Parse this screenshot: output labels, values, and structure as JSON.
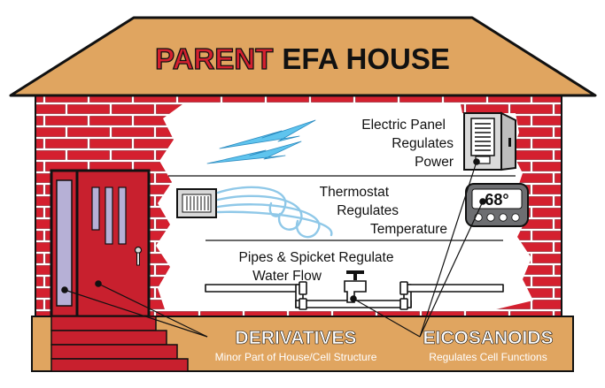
{
  "title": {
    "prefix": "PARENT",
    "rest": "EFA HOUSE"
  },
  "labels": {
    "electric_panel": [
      "Electric Panel",
      "Regulates",
      "Power"
    ],
    "thermostat": [
      "Thermostat",
      "Regulates",
      "Temperature"
    ],
    "pipes": [
      "Pipes & Spicket Regulate",
      "Water Flow"
    ],
    "thermostat_display": "68°"
  },
  "callouts": {
    "derivatives": {
      "heading": "DERIVATIVES",
      "sub": "Minor Part of House/Cell Structure"
    },
    "eicosanoids": {
      "heading": "EICOSANOIDS",
      "sub": "Regulates Cell Functions"
    }
  },
  "colors": {
    "roof": "#E0A560",
    "brick": "#D4202F",
    "mortar": "#ffffff",
    "foundation": "#E0A560",
    "door": "#C8202E",
    "title_accent": "#D4202F",
    "callout_text": "#ffffff",
    "outline": "#111111"
  },
  "icons": [
    "lightning-bolt-icon",
    "electric-panel-icon",
    "air-vent-icon",
    "thermostat-icon",
    "spigot-icon"
  ]
}
